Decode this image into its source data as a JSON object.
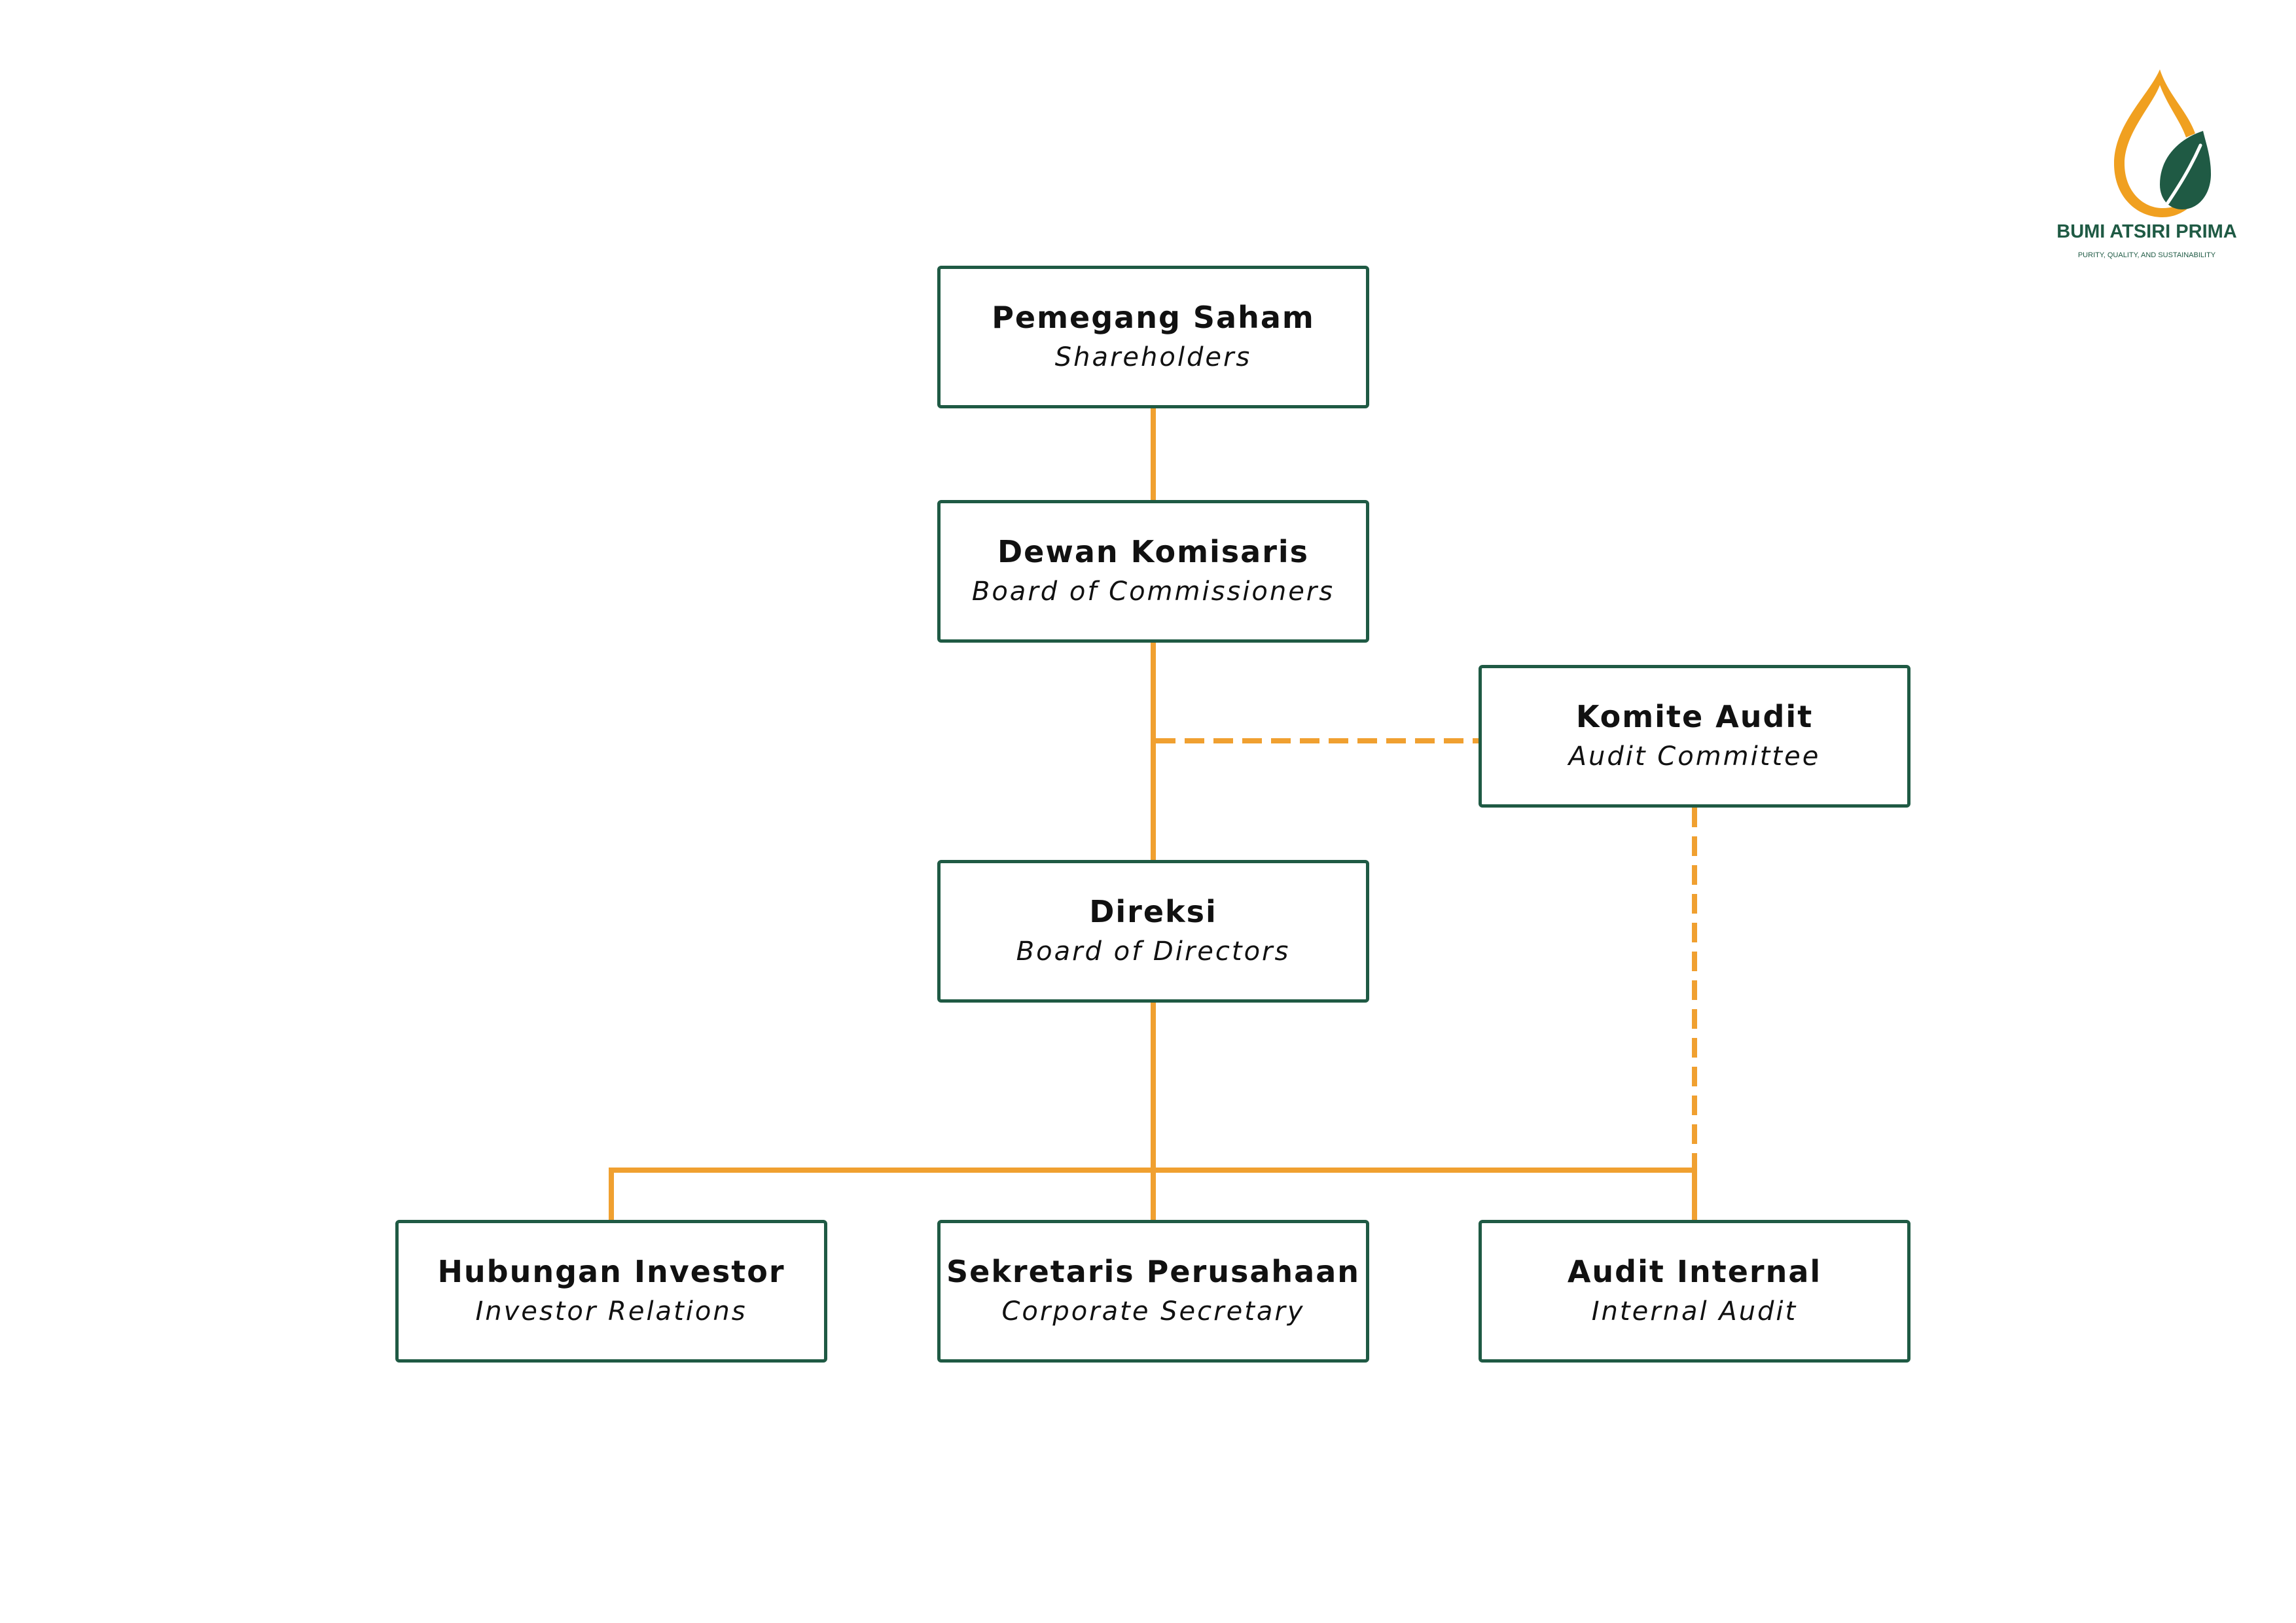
{
  "colors": {
    "box_border": "#1f5a44",
    "connector": "#f0a030",
    "text": "#111111",
    "logo_orange": "#f0a020",
    "logo_green": "#1f5a44"
  },
  "logo": {
    "name": "BUMI ATSIRI PRIMA",
    "tagline": "PURITY, QUALITY, AND SUSTAINABILITY",
    "icon": "drop-with-leaf-icon"
  },
  "nodes": {
    "shareholders": {
      "title": "Pemegang Saham",
      "subtitle": "Shareholders"
    },
    "commissioners": {
      "title": "Dewan Komisaris",
      "subtitle": "Board of Commissioners"
    },
    "audit_committee": {
      "title": "Komite Audit",
      "subtitle": "Audit Committee"
    },
    "directors": {
      "title": "Direksi",
      "subtitle": "Board of Directors"
    },
    "investor_relations": {
      "title": "Hubungan Investor",
      "subtitle": "Investor Relations"
    },
    "corporate_secretary": {
      "title": "Sekretaris Perusahaan",
      "subtitle": "Corporate Secretary"
    },
    "internal_audit": {
      "title": "Audit Internal",
      "subtitle": "Internal Audit"
    }
  },
  "edges": [
    {
      "from": "shareholders",
      "to": "commissioners",
      "style": "solid"
    },
    {
      "from": "commissioners",
      "to": "directors",
      "style": "solid"
    },
    {
      "from": "commissioners",
      "to": "audit_committee",
      "style": "dashed"
    },
    {
      "from": "directors",
      "to": "investor_relations",
      "style": "solid"
    },
    {
      "from": "directors",
      "to": "corporate_secretary",
      "style": "solid"
    },
    {
      "from": "directors",
      "to": "internal_audit",
      "style": "solid"
    },
    {
      "from": "audit_committee",
      "to": "internal_audit",
      "style": "dashed"
    }
  ]
}
